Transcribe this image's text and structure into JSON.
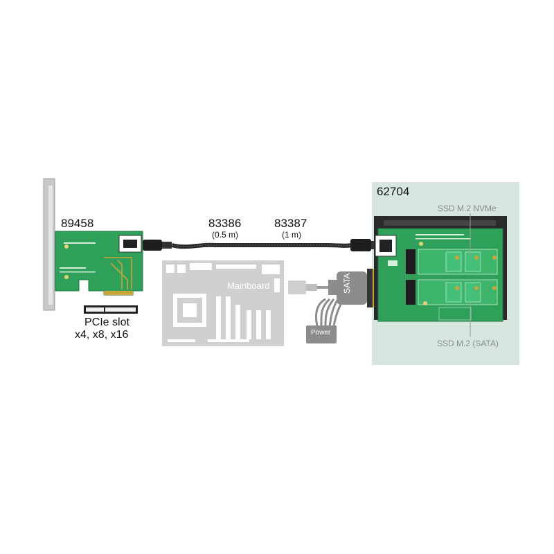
{
  "adapter_card": {
    "part_number": "89458",
    "slot_line1": "PCIe slot",
    "slot_line2": "x4, x8, x16"
  },
  "cable_a": {
    "part_number": "83386",
    "length": "(0.5 m)"
  },
  "cable_b": {
    "part_number": "83387",
    "length": "(1 m)"
  },
  "mainboard": {
    "label": "Mainboard"
  },
  "sata": {
    "label": "SATA"
  },
  "power": {
    "label": "Power"
  },
  "enclosure": {
    "part_number": "62704",
    "nvme_label": "SSD M.2 NVMe",
    "sata_label": "SSD M.2 (SATA)"
  },
  "colors": {
    "pcb_green": "#2fa05a",
    "enclosure_bg": "#d6e6df",
    "mainboard_gray": "#cfcfcf",
    "cable_dark": "#2a2a2a"
  }
}
